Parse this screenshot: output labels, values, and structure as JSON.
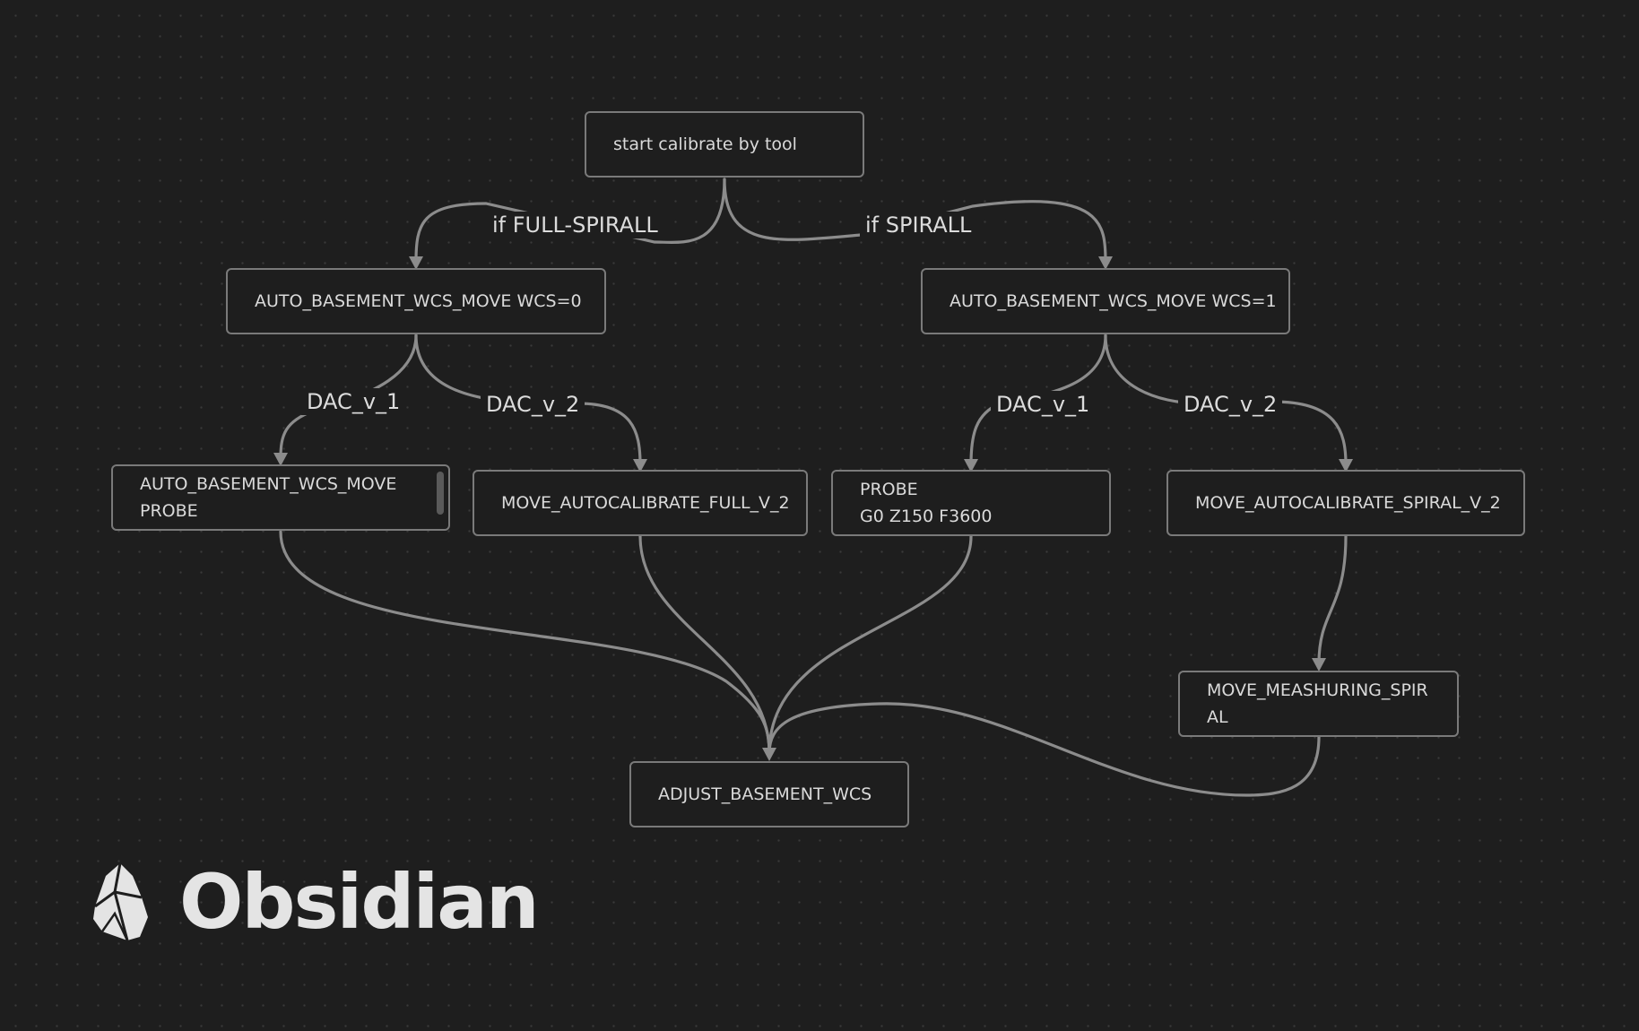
{
  "nodes": {
    "start": "start calibrate by tool",
    "wcs0": "AUTO_BASEMENT_WCS_MOVE WCS=0",
    "wcs1": "AUTO_BASEMENT_WCS_MOVE WCS=1",
    "wcs0_probe_line1": "AUTO_BASEMENT_WCS_MOVE",
    "wcs0_probe_line2": "PROBE",
    "full_v2": "MOVE_AUTOCALIBRATE_FULL_V_2",
    "probe_line1": "PROBE",
    "probe_line2": "G0 Z150 F3600",
    "spiral_v2": "MOVE_AUTOCALIBRATE_SPIRAL_V_2",
    "measuring_line1": "MOVE_MEASHURING_SPIR",
    "measuring_line2": "AL",
    "adjust": "ADJUST_BASEMENT_WCS"
  },
  "edge_labels": {
    "if_full_spirall": "if FULL-SPIRALL",
    "if_spirall": "if SPIRALL",
    "left_dac_v1": "DAC_v_1",
    "left_dac_v2": "DAC_v_2",
    "right_dac_v1": "DAC_v_1",
    "right_dac_v2": "DAC_v_2"
  },
  "branding": {
    "name": "Obsidian",
    "logo_icon": "obsidian-crystal-icon"
  },
  "colors": {
    "background": "#1e1e1e",
    "edge": "#8c8c8c",
    "node_border": "#7a7a7a",
    "text": "#dadada"
  }
}
